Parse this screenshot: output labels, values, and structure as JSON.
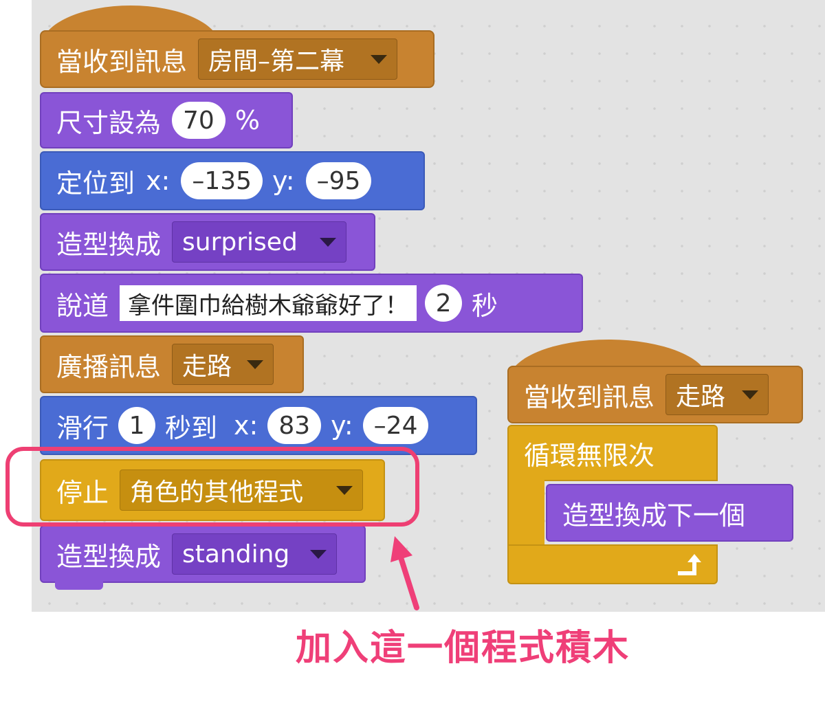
{
  "script_main": {
    "hat_label": "當收到訊息",
    "hat_message": "房間–第二幕",
    "size_label": "尺寸設為",
    "size_value": "70",
    "size_unit": "%",
    "goto_label": "定位到",
    "goto_x_label": "x:",
    "goto_x": "–135",
    "goto_y_label": "y:",
    "goto_y": "–95",
    "costume1_label": "造型換成",
    "costume1_value": "surprised",
    "say_label": "說道",
    "say_text": "拿件圍巾給樹木爺爺好了！",
    "say_secs": "2",
    "say_unit": "秒",
    "broadcast_label": "廣播訊息",
    "broadcast_value": "走路",
    "glide_label": "滑行",
    "glide_secs": "1",
    "glide_mid": "秒到",
    "glide_x_label": "x:",
    "glide_x": "83",
    "glide_y_label": "y:",
    "glide_y": "–24",
    "stop_label": "停止",
    "stop_value": "角色的其他程式",
    "costume2_label": "造型換成",
    "costume2_value": "standing"
  },
  "script_side": {
    "hat_label": "當收到訊息",
    "hat_message": "走路",
    "forever_label": "循環無限次",
    "next_costume_label": "造型換成下一個"
  },
  "annotation": {
    "caption": "加入這一個程式積木",
    "color": "#ef3f78"
  },
  "colors": {
    "events": "#c88330",
    "looks": "#8a55d7",
    "motion": "#4a6cd4",
    "control": "#e1a91a"
  },
  "icons": [
    "dropdown-arrow-icon",
    "loop-arrow-icon",
    "pointer-arrow-icon"
  ]
}
